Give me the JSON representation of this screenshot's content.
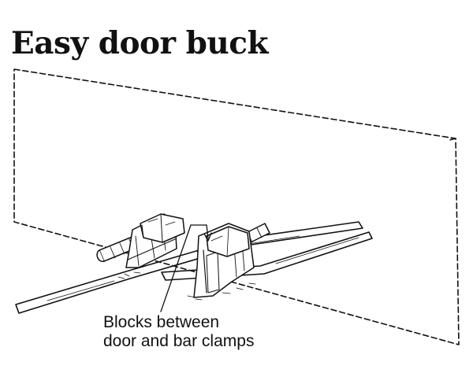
{
  "title": "Easy door buck",
  "callout": {
    "line1": "Blocks between",
    "line2": "door and bar clamps"
  },
  "colors": {
    "ink": "#111111",
    "background": "#ffffff"
  }
}
